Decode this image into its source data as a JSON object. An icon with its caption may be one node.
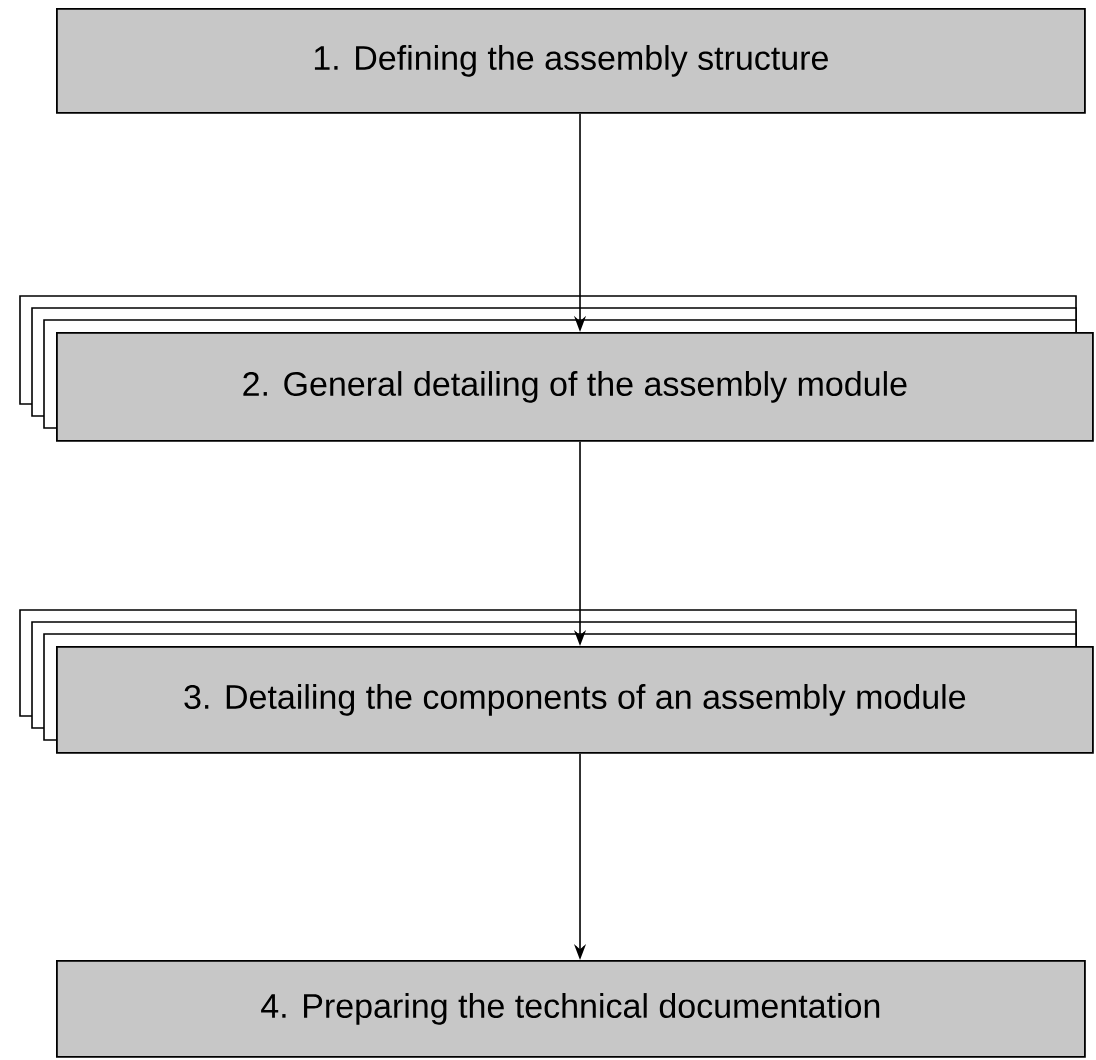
{
  "diagram": {
    "nodes": [
      {
        "text": [
          "1. Defining the assembly structure"
        ]
      },
      {
        "text": [
          "2. General detailing of the assembly module"
        ]
      },
      {
        "text": [
          "3. Detailing the components of an assembly module"
        ]
      },
      {
        "text": [
          "4. Preparing the technical documentation"
        ]
      }
    ],
    "edges": [
      {
        "from": 0,
        "to": 1,
        "arrow": "to"
      },
      {
        "from": 1,
        "to": 2,
        "arrow": "to"
      },
      {
        "from": 2,
        "to": 3,
        "arrow": "to"
      }
    ]
  }
}
